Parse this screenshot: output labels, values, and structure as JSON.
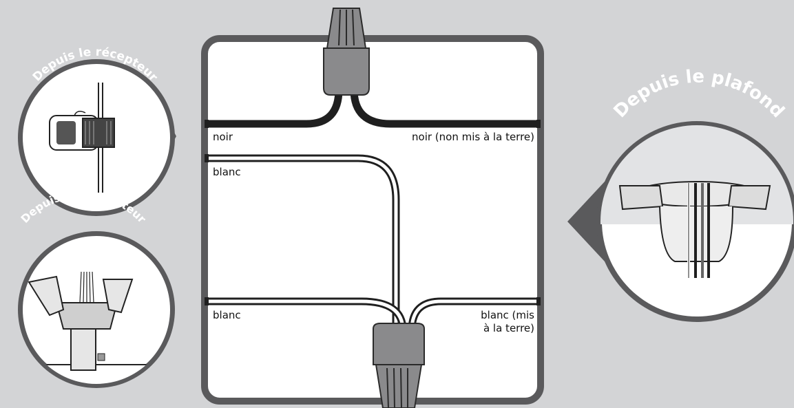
{
  "colors": {
    "background": "#d3d4d6",
    "panel_border": "#5a5a5c",
    "panel_fill": "#ffffff",
    "wire_black": "#1f1f1f",
    "connector": "#8a8a8c",
    "circle_border": "#5a5a5c"
  },
  "sources": {
    "receiver": "Depuis le récepteur",
    "fan": "Depuis le ventilateur",
    "ceiling": "Depuis le plafond"
  },
  "wires": {
    "top_left": "noir",
    "top_right": "noir (non mis à la terre)",
    "middle_left": "blanc",
    "bottom_left": "blanc",
    "bottom_right_line1": "blanc (mis",
    "bottom_right_line2": "à la terre)"
  },
  "icons": {
    "top_connector": "wire-nut-icon",
    "bottom_connector": "wire-nut-icon",
    "receiver": "receiver-unit-icon",
    "fan": "fan-mount-icon",
    "ceiling": "ceiling-bracket-icon"
  }
}
